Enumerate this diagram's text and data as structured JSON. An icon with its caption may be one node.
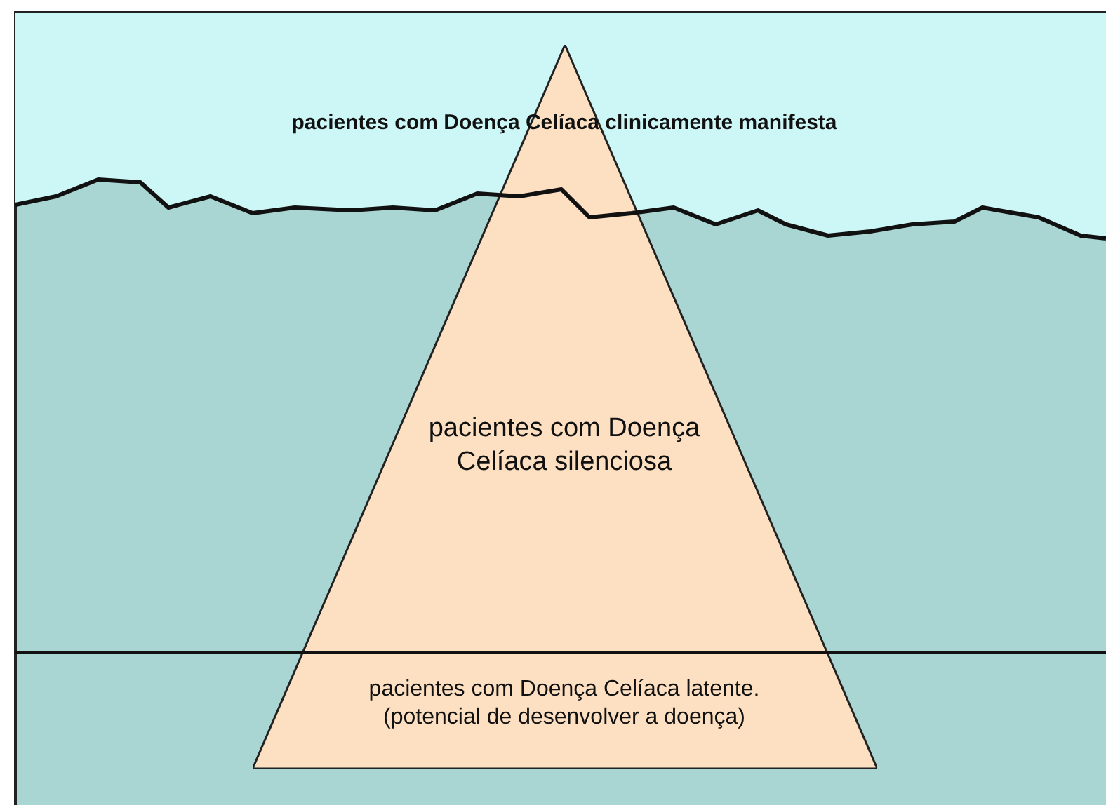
{
  "diagram": {
    "nodes": [
      {
        "text": [
          "pacientes com Doença Celíaca clinicamente manifesta",
          "pacientes com Doença Celíaca silenciosa",
          "pacientes com Doença Celíaca latente. (potencial de desenvolver a doença)"
        ]
      }
    ]
  }
}
